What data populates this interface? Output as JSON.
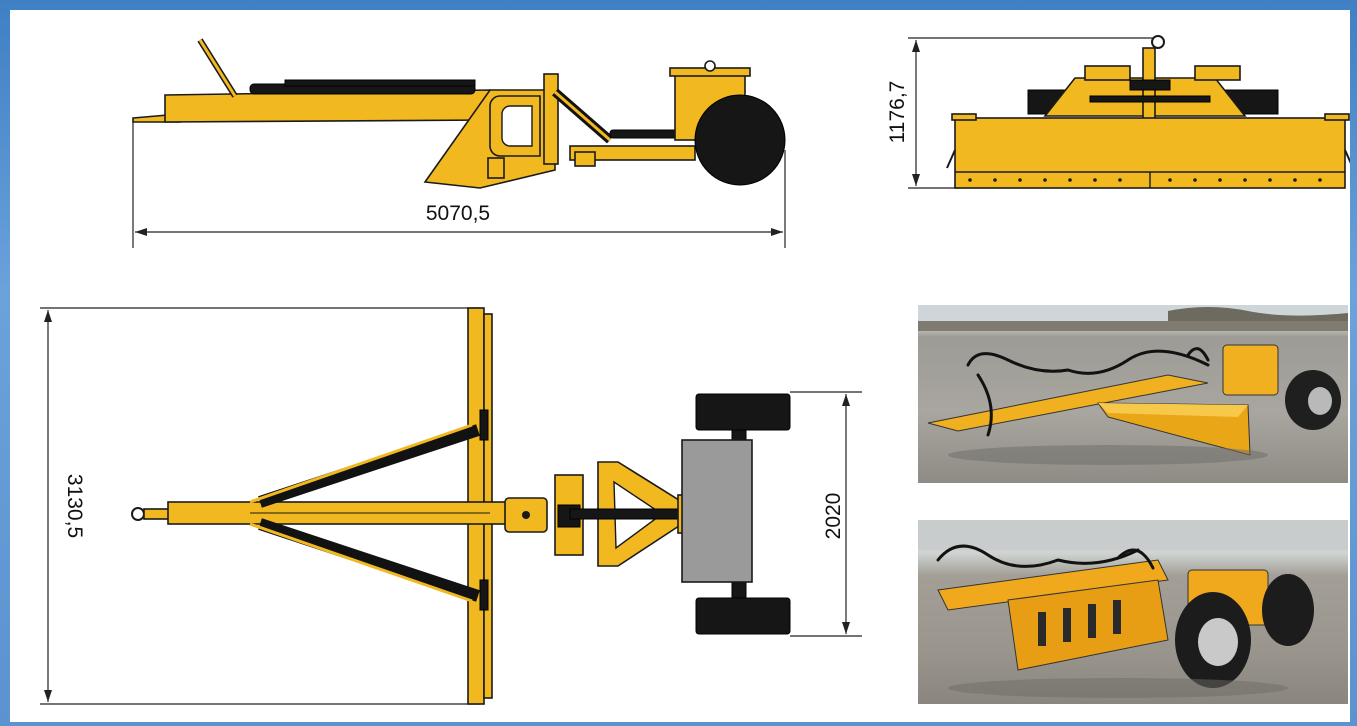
{
  "colors": {
    "machine_yellow": "#f2b81f",
    "outline": "#1a1a1a",
    "tire_black": "#161616",
    "deck_gray": "#9a9a9a",
    "frame_blue": "#4f8ccb"
  },
  "dimensions": {
    "side_length": "5070,5",
    "front_height": "1176,7",
    "top_width": "3130,5",
    "axle_width": "2020"
  }
}
